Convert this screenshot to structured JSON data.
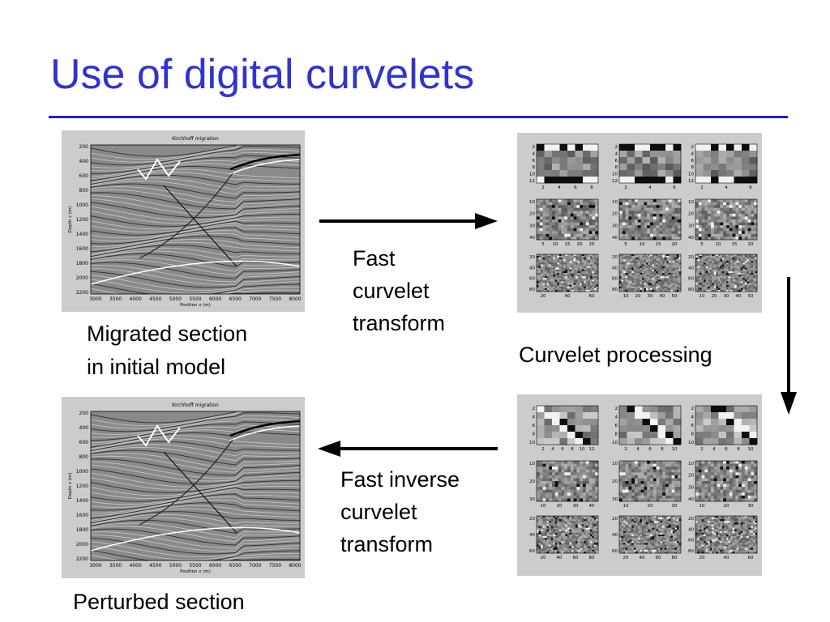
{
  "title": "Use of digital curvelets",
  "seismic_top": {
    "title": "Kirchhoff migration",
    "xlabel": "Position x (m)",
    "ylabel": "Depth z (m)",
    "xticks": [
      "3000",
      "3500",
      "4000",
      "4500",
      "5000",
      "5500",
      "6000",
      "6500",
      "7000",
      "7500",
      "8000"
    ],
    "yticks": [
      "200",
      "400",
      "600",
      "800",
      "1000",
      "1200",
      "1400",
      "1600",
      "1800",
      "2000",
      "2200"
    ]
  },
  "seismic_bottom": {
    "title": "Kirchhoff migration",
    "xlabel": "Position x (m)",
    "ylabel": "Depth z (m)",
    "xticks": [
      "3000",
      "3500",
      "4000",
      "4500",
      "5000",
      "5500",
      "6000",
      "6500",
      "7000",
      "7500",
      "8000"
    ],
    "yticks": [
      "200",
      "400",
      "600",
      "800",
      "1000",
      "1200",
      "1400",
      "1600",
      "1800",
      "2000",
      "2200"
    ]
  },
  "captions": {
    "migrated": [
      "Migrated section",
      "in initial model"
    ],
    "perturbed": "Perturbed section",
    "forward": [
      "Fast",
      "curvelet",
      "transform"
    ],
    "processing": "Curvelet processing",
    "inverse": [
      "Fast inverse",
      "curvelet",
      "transform"
    ]
  },
  "curvelet_top": {
    "row1": {
      "yticks": [
        "2",
        "4",
        "6",
        "8",
        "10",
        "12"
      ],
      "xticks": [
        [
          "2",
          "4",
          "6",
          "8"
        ],
        [
          "2",
          "4",
          "6"
        ],
        [
          "2",
          "4",
          "6"
        ]
      ]
    },
    "row2": {
      "yticks": [
        "10",
        "20",
        "30",
        "40"
      ],
      "xticks": [
        [
          "5",
          "10",
          "15",
          "20",
          "25"
        ],
        [
          "5",
          "10",
          "15",
          "20"
        ],
        [
          "5",
          "10",
          "15",
          "20"
        ]
      ]
    },
    "row3": {
      "yticks": [
        "20",
        "40",
        "60",
        "80"
      ],
      "xticks": [
        [
          "20",
          "40",
          "60"
        ],
        [
          "10",
          "20",
          "30",
          "40",
          "50"
        ],
        [
          "10",
          "20",
          "30",
          "40",
          "50"
        ]
      ]
    }
  },
  "curvelet_bottom": {
    "row1": {
      "yticks": [
        "2",
        "4",
        "6",
        "8",
        "10"
      ],
      "xticks": [
        [
          "2",
          "4",
          "6",
          "8",
          "10",
          "12"
        ],
        [
          "2",
          "4",
          "6",
          "8",
          "10"
        ],
        [
          "2",
          "4",
          "6",
          "8",
          "10"
        ]
      ]
    },
    "row2": {
      "yticks": [
        [
          "10",
          "20",
          "30"
        ],
        [
          "10",
          "20",
          "30"
        ],
        [
          "10",
          "20",
          "30",
          "40"
        ]
      ],
      "xticks": [
        [
          "10",
          "20",
          "30",
          "40"
        ],
        [
          "10",
          "20",
          "30"
        ],
        [
          "10",
          "20",
          "30"
        ]
      ]
    },
    "row3": {
      "yticks": [
        [
          "20",
          "40",
          "60"
        ],
        [
          "20",
          "40",
          "60"
        ],
        [
          "20",
          "40",
          "60",
          "80"
        ]
      ],
      "xticks": [
        [
          "20",
          "40",
          "60",
          "80"
        ],
        [
          "20",
          "40",
          "60",
          "80"
        ],
        [
          "20",
          "40",
          "60"
        ]
      ]
    }
  },
  "colors": {
    "title": "#3333cc",
    "rule": "#2222bb",
    "panel_bg": "#cccccc",
    "arrow": "#000000"
  }
}
